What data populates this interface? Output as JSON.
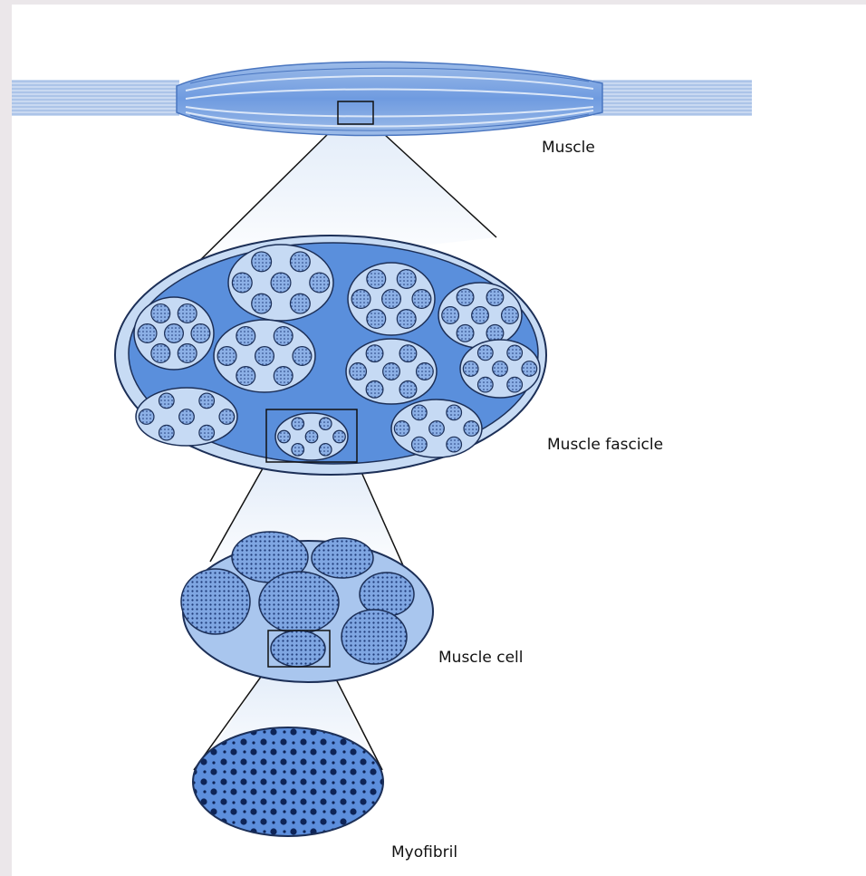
{
  "labels": {
    "muscle": "Muscle",
    "fascicle": "Muscle fascicle",
    "cell": "Muscle cell",
    "myofibril": "Myofibril"
  },
  "colors": {
    "background": "#ebe7ea",
    "panel": "#ffffff",
    "deep_blue": "#5a8fdc",
    "mid_blue": "#86aee6",
    "light_blue": "#b7cff2",
    "outline": "#1c2f57",
    "dots": "#1e3a78"
  }
}
